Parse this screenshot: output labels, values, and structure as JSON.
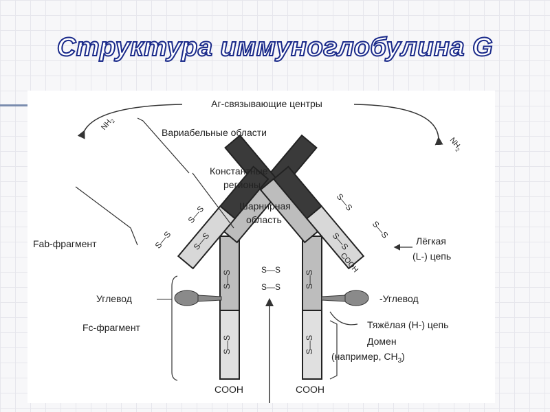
{
  "slide": {
    "title": "Структура иммуноглобулина G"
  },
  "diagram": {
    "labels": {
      "ag_binding_centers": "Аг-связывающие центры",
      "variable_regions": "Вариабельные области",
      "constant_regions_line1": "Константные",
      "constant_regions_line2": "регионы",
      "hinge_line1": "Шарнирная",
      "hinge_line2": "область",
      "fab_fragment": "Fab-фрагмент",
      "light_chain_line1": "Лёгкая",
      "light_chain_line2": "(L-) цепь",
      "carbohydrate_left": "Углевод",
      "carbohydrate_right": "-Углевод",
      "heavy_chain": "Тяжёлая (H-) цепь",
      "fc_fragment": "Fc-фрагмент",
      "domain_line1": "Домен",
      "domain_line2": "(например, CH",
      "domain_subscript": "3",
      "domain_close": ")",
      "nh2_left": "NH",
      "nh2_right": "NH",
      "nh2_sub": "2",
      "cooh_left": "COOH",
      "cooh_right": "COOH",
      "cooh_light": "COOH",
      "ss": "S—S"
    }
  }
}
